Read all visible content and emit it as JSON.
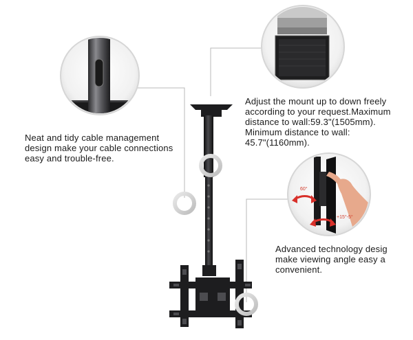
{
  "captions": {
    "cable_management": [
      "Neat and tidy cable management",
      "design make your cable connections",
      "easy and trouble-free."
    ],
    "adjust_distance": [
      "Adjust the mount up to down freely",
      "according to your request.Maximum",
      "distance to wall:59.3\"(1505mm).",
      "Minimum distance to wall:",
      "45.7\"(1160mm)."
    ],
    "viewing_angle": [
      "Advanced technology desig",
      "make viewing angle easy a",
      "convenient."
    ]
  },
  "angle_callouts": {
    "swivel": "60°",
    "tilt": "+15°-5°"
  },
  "colors": {
    "mount_metal": "#1d1d1f",
    "leader_line": "#b5b5b5",
    "ring": "#cfcfcf",
    "arrow_red": "#d8302a"
  }
}
